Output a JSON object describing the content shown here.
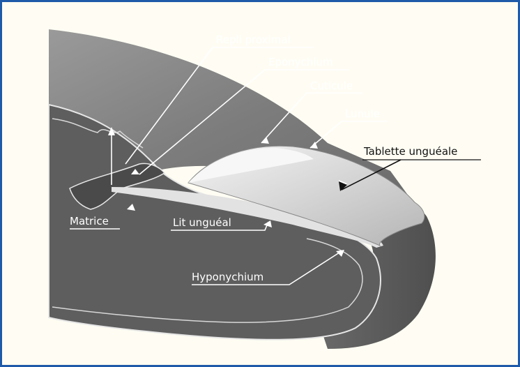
{
  "labels": {
    "repli_proximal": "Repli proximal",
    "eponychium": "Eponychium",
    "cuticule": "Cuticule",
    "lunule": "Lunule",
    "tablette": "Tablette  unguéale",
    "matrice": "Matrice",
    "lit_ungueal": "Lit unguéal",
    "hyponychium": "Hyponychium"
  },
  "colors": {
    "frame": "#1e5aa8",
    "background": "#fffdf3",
    "skin_dark": "#5c5c5c",
    "skin_mid": "#7a7a7a",
    "nail_light": "#dcdcdc"
  }
}
